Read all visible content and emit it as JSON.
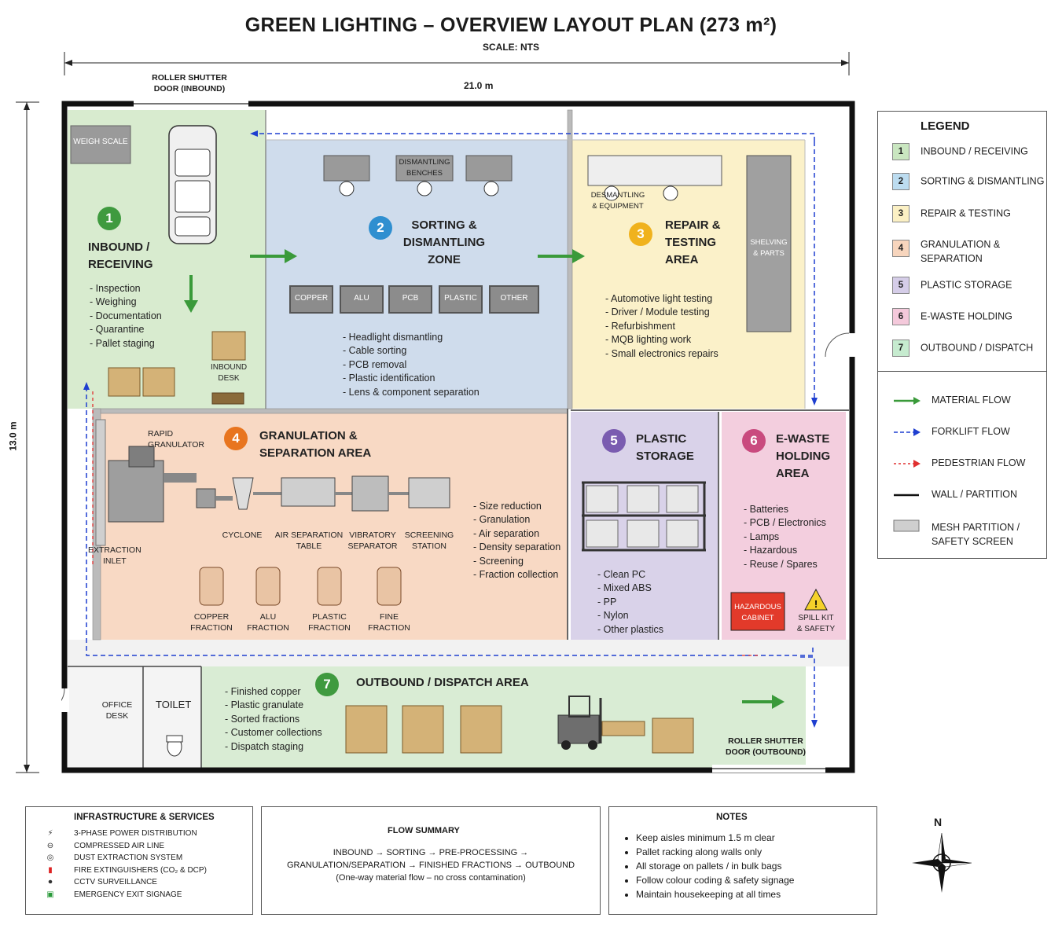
{
  "header": {
    "title": "GREEN LIGHTING – OVERVIEW LAYOUT PLAN (273 m²)",
    "scale": "SCALE: NTS",
    "width_dim": "21.0 m",
    "height_dim": "13.0 m"
  },
  "doors": {
    "inbound": "ROLLER SHUTTER\nDOOR (INBOUND)",
    "outbound": "ROLLER SHUTTER\nDOOR (OUTBOUND)"
  },
  "zones": {
    "z1": {
      "number": "1",
      "title": "INBOUND /\nRECEIVING",
      "color": "#d8ebcf",
      "badge": "#3f9a3f",
      "bullets": [
        "Inspection",
        "Weighing",
        "Documentation",
        "Quarantine",
        "Pallet staging"
      ],
      "weigh_scale": "WEIGH SCALE",
      "desk": "INBOUND\nDESK"
    },
    "z2": {
      "number": "2",
      "title": "SORTING &\nDISMANTLING\nZONE",
      "color": "#cfdcec",
      "badge": "#2f8fd0",
      "benches": "DISMANTLING\nBENCHES",
      "bins": [
        "COPPER",
        "ALU",
        "PCB",
        "PLASTIC",
        "OTHER"
      ],
      "bullets": [
        "Headlight dismantling",
        "Cable sorting",
        "PCB removal",
        "Plastic identification",
        "Lens & component separation"
      ]
    },
    "z3": {
      "number": "3",
      "title": "REPAIR &\nTESTING\nAREA",
      "color": "#fbf1c9",
      "badge": "#f0b21d",
      "equipment": "DESMANTLING\n& EQUIPMENT",
      "shelving": "SHELVING\n& PARTS",
      "bullets": [
        "Automotive light testing",
        "Driver / Module testing",
        "Refurbishment",
        "MQB lighting work",
        "Small electronics repairs"
      ]
    },
    "z4": {
      "number": "4",
      "title": "GRANULATION &\nSEPARATION AREA",
      "color": "#f8d9c4",
      "badge": "#e8751f",
      "granulator": "RAPID\nGRANULATOR",
      "extraction": "EXTRACTION\nINLET",
      "machines": [
        "CYCLONE",
        "AIR SEPARATION\nTABLE",
        "VIBRATORY\nSEPARATOR",
        "SCREENING\nSTATION"
      ],
      "drums": [
        "COPPER\nFRACTION",
        "ALU\nFRACTION",
        "PLASTIC\nFRACTION",
        "FINE\nFRACTION"
      ],
      "bullets": [
        "Size reduction",
        "Granulation",
        "Air separation",
        "Density separation",
        "Screening",
        "Fraction collection"
      ]
    },
    "z5": {
      "number": "5",
      "title": "PLASTIC\nSTORAGE",
      "color": "#d9d2e9",
      "badge": "#7a5cb0",
      "bullets": [
        "Clean PC",
        "Mixed ABS",
        "PP",
        "Nylon",
        "Other plastics"
      ]
    },
    "z6": {
      "number": "6",
      "title": "E-WASTE\nHOLDING\nAREA",
      "color": "#f3cede",
      "badge": "#c94a7e",
      "bullets": [
        "Batteries",
        "PCB / Electronics",
        "Lamps",
        "Hazardous",
        "Reuse / Spares"
      ],
      "cabinet": "HAZARDOUS\nCABINET",
      "spill": "SPILL KIT\n& SAFETY"
    },
    "z7": {
      "number": "7",
      "title": "OUTBOUND / DISPATCH AREA",
      "color": "#d9ecd4",
      "badge": "#3f9a3f",
      "bullets": [
        "Finished copper",
        "Plastic granulate",
        "Sorted fractions",
        "Customer collections",
        "Dispatch staging"
      ],
      "office": "OFFICE\nDESK",
      "toilet": "TOILET"
    }
  },
  "legend": {
    "title": "LEGEND",
    "zones": [
      {
        "n": "1",
        "label": "INBOUND / RECEIVING",
        "color": "#c9e6c0"
      },
      {
        "n": "2",
        "label": "SORTING & DISMANTLING",
        "color": "#bcdcf0"
      },
      {
        "n": "3",
        "label": "REPAIR & TESTING",
        "color": "#fbf0c4"
      },
      {
        "n": "4",
        "label": "GRANULATION &\nSEPARATION",
        "color": "#f7d5bd"
      },
      {
        "n": "5",
        "label": "PLASTIC STORAGE",
        "color": "#d5cde8"
      },
      {
        "n": "6",
        "label": "E-WASTE HOLDING",
        "color": "#f4c9db"
      },
      {
        "n": "7",
        "label": "OUTBOUND / DISPATCH",
        "color": "#c6ebcf"
      }
    ],
    "lines": {
      "material": "MATERIAL FLOW",
      "forklift": "FORKLIFT FLOW",
      "pedestrian": "PEDESTRIAN FLOW",
      "wall": "WALL / PARTITION",
      "mesh": "MESH PARTITION /\nSAFETY SCREEN"
    }
  },
  "infrastructure": {
    "title": "INFRASTRUCTURE & SERVICES",
    "items": [
      {
        "icon": "power-icon",
        "label": "3-PHASE POWER DISTRIBUTION"
      },
      {
        "icon": "air-line-icon",
        "label": "COMPRESSED AIR LINE"
      },
      {
        "icon": "dust-extraction-icon",
        "label": "DUST EXTRACTION SYSTEM"
      },
      {
        "icon": "fire-extinguisher-icon",
        "label": "FIRE EXTINGUISHERS (CO₂ & DCP)"
      },
      {
        "icon": "cctv-icon",
        "label": "CCTV SURVEILLANCE"
      },
      {
        "icon": "exit-sign-icon",
        "label": "EMERGENCY EXIT SIGNAGE"
      }
    ]
  },
  "flow_summary": {
    "title": "FLOW SUMMARY",
    "line1": "INBOUND → SORTING → PRE-PROCESSING →",
    "line2": "GRANULATION/SEPARATION → FINISHED FRACTIONS → OUTBOUND",
    "line3": "(One-way material flow – no cross contamination)"
  },
  "notes": {
    "title": "NOTES",
    "items": [
      "Keep aisles minimum 1.5 m clear",
      "Pallet racking along walls only",
      "All storage on pallets / in bulk bags",
      "Follow colour coding & safety signage",
      "Maintain housekeeping at all times"
    ]
  },
  "compass": {
    "north": "N"
  }
}
